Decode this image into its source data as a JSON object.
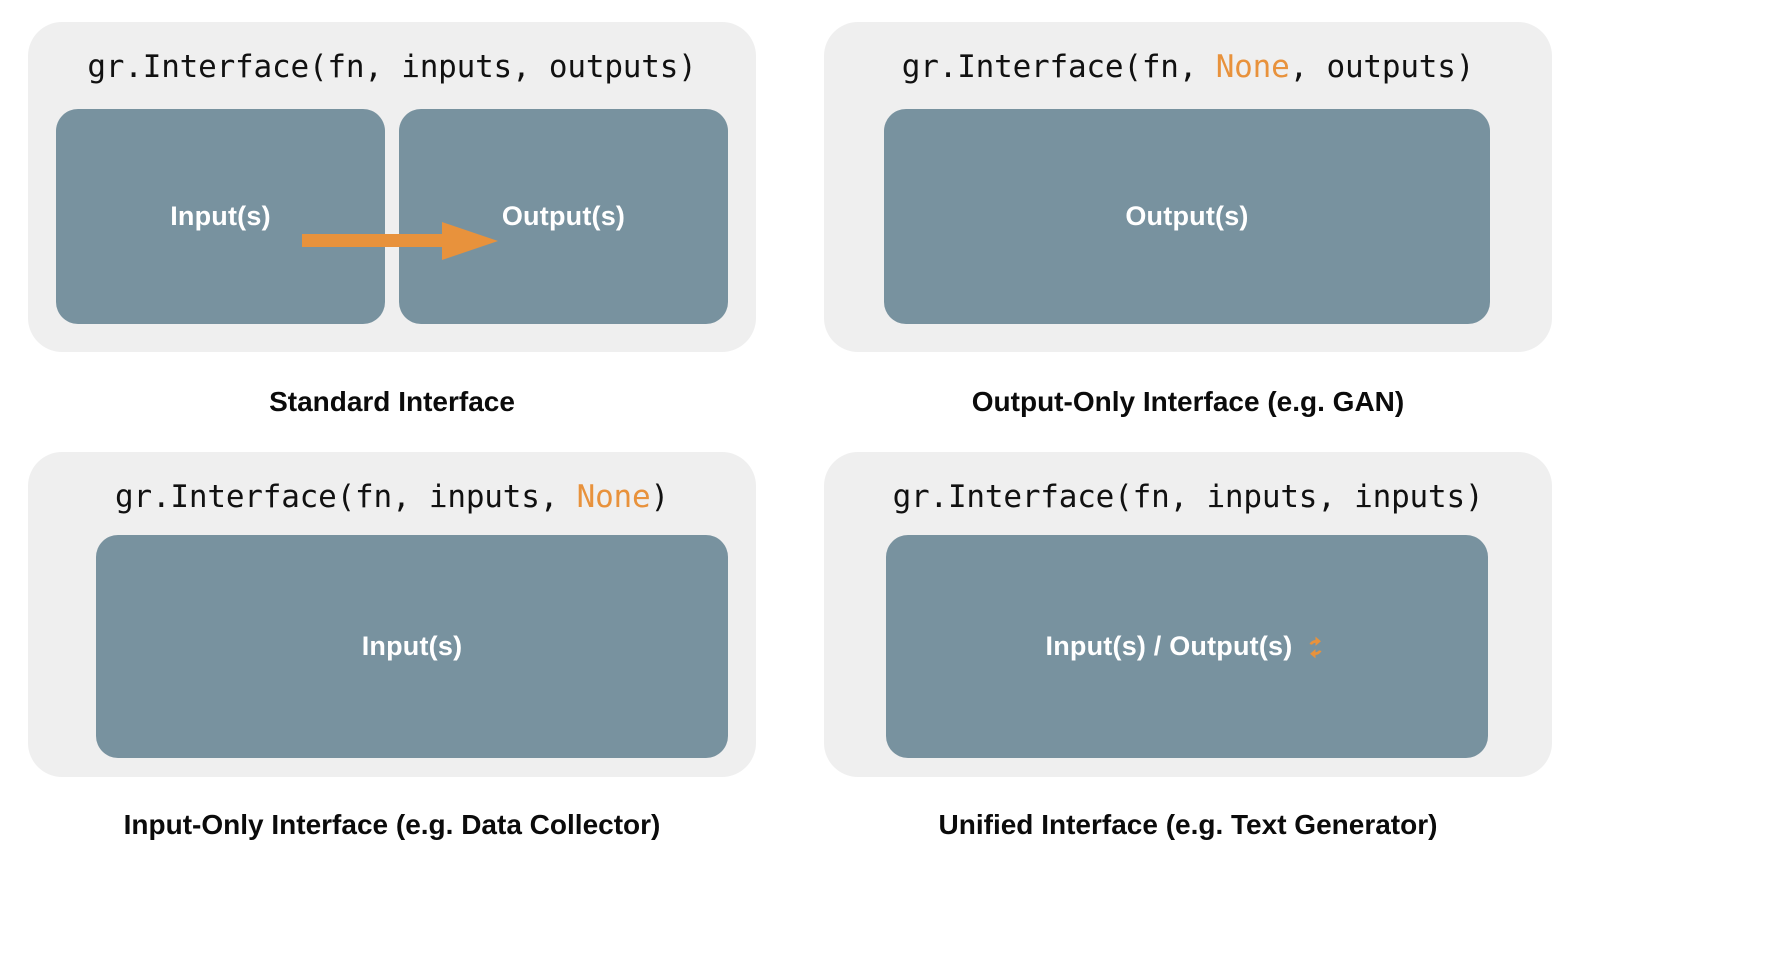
{
  "theme": {
    "page_background": "#ffffff",
    "card_background": "#efefef",
    "box_fill": "#78929f",
    "accent_orange": "#e8923c",
    "code_text": "#111111",
    "box_label_text": "#ffffff",
    "caption_text": "#0b0b0b"
  },
  "panels": [
    {
      "id": "standard",
      "code": {
        "prefix": "gr.Interface(fn, inputs, outputs)",
        "part_before": "gr.Interface(fn, inputs, outputs)",
        "highlight": "",
        "part_after": ""
      },
      "boxes": [
        {
          "label": "Input(s)"
        },
        {
          "label": "Output(s)"
        }
      ],
      "arrow": {
        "name": "flow-arrow",
        "direction": "right",
        "color": "#e8923c"
      },
      "caption": "Standard Interface"
    },
    {
      "id": "output-only",
      "code": {
        "part_before": "gr.Interface(fn, ",
        "highlight": "None",
        "part_after": ", outputs)"
      },
      "boxes": [
        {
          "label": "Output(s)"
        }
      ],
      "caption": "Output-Only Interface (e.g. GAN)"
    },
    {
      "id": "input-only",
      "code": {
        "part_before": "gr.Interface(fn, inputs, ",
        "highlight": "None",
        "part_after": ")"
      },
      "boxes": [
        {
          "label": "Input(s)"
        }
      ],
      "caption": "Input-Only Interface (e.g. Data Collector)"
    },
    {
      "id": "unified",
      "code": {
        "part_before": "gr.Interface(fn, inputs, inputs)",
        "highlight": "",
        "part_after": ""
      },
      "boxes": [
        {
          "label": "Input(s) / Output(s)",
          "icon": "cycle-icon"
        }
      ],
      "caption": "Unified Interface (e.g. Text Generator)"
    }
  ]
}
